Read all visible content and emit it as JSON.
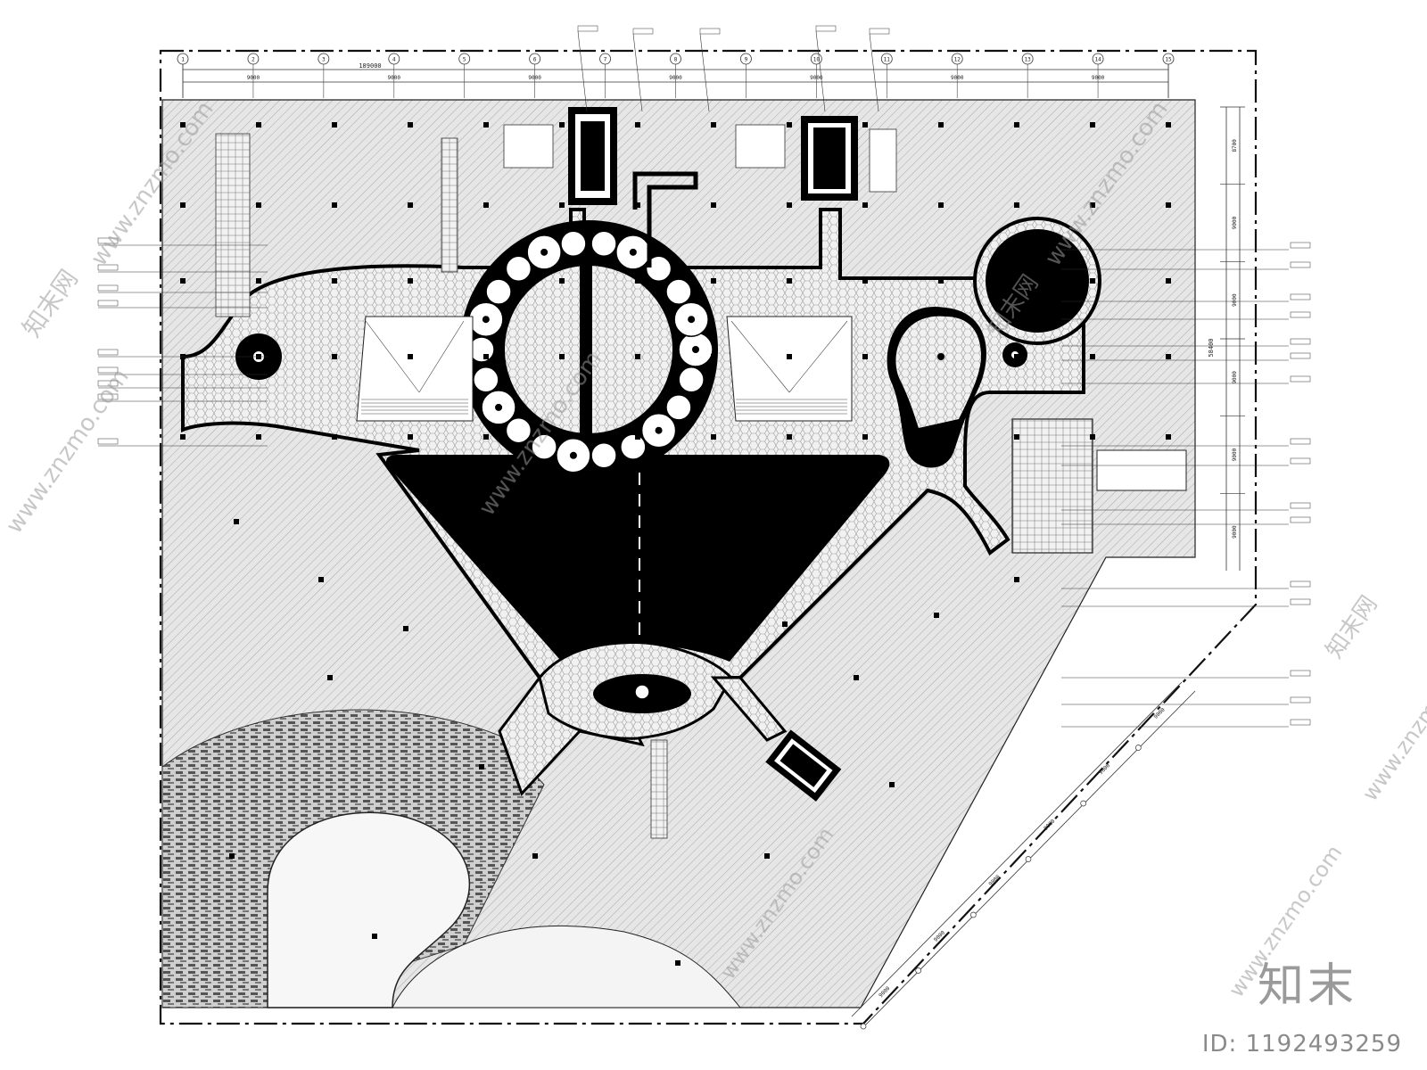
{
  "plan": {
    "overall_dimension": "189000",
    "top_grid_labels": [
      "1",
      "2",
      "3",
      "4",
      "5",
      "6",
      "7",
      "8",
      "9",
      "10",
      "11",
      "12",
      "13",
      "14",
      "15"
    ],
    "top_bay_dimension": "9000",
    "right_bay_dimensions": [
      "8700",
      "9000",
      "9000",
      "9000",
      "9000",
      "9000"
    ],
    "right_total_dimension": "58400",
    "diagonal_bay_dimensions": [
      "9000",
      "9000",
      "9000",
      "9000",
      "9000",
      "9000"
    ]
  },
  "watermark": {
    "site_text": "www.znzmo.com",
    "brand_text": "知末网",
    "logo_text": "知末",
    "id_text": "ID: 1192493259"
  },
  "colors": {
    "ink": "#000000",
    "floor_gray": "#e4e4e4",
    "paving_gray": "#efefef",
    "line": "#111111",
    "watermark": "#9a9a9a"
  }
}
